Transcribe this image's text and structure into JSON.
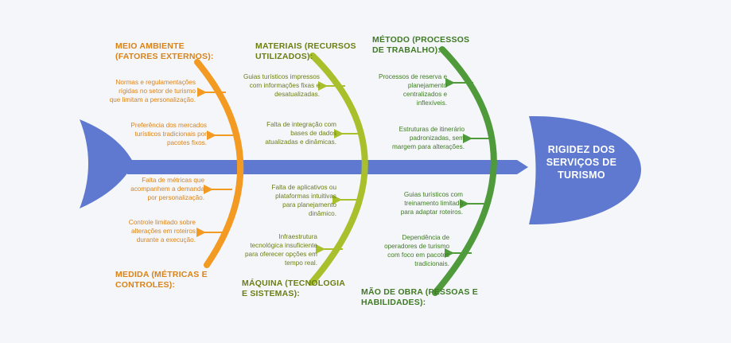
{
  "head": {
    "label": "RIGIDEZ DOS\nSERVIÇOS DE\nTURISMO"
  },
  "colors": {
    "spine": "#5e79cf",
    "orange": "#f29a22",
    "olive": "#a9bf2c",
    "green": "#4f9a3a"
  },
  "categories": {
    "meio_ambiente": {
      "title": "MEIO AMBIENTE\n(FATORES EXTERNOS):"
    },
    "materiais": {
      "title": "MATERIAIS (RECURSOS\nUTILIZADOS):"
    },
    "metodo": {
      "title": "MÉTODO (PROCESSOS\nDE TRABALHO):"
    },
    "medida": {
      "title": "MEDIDA (MÉTRICAS E\nCONTROLES):"
    },
    "maquina": {
      "title": "MÁQUINA (TECNOLOGIA\nE SISTEMAS):"
    },
    "mao_de_obra": {
      "title": "MÃO DE OBRA (PESSOAS E\nHABILIDADES):"
    }
  },
  "causes": {
    "c1": "Normas e regulamentações\nrígidas no setor de turismo\nque limitam a personalização.",
    "c2": "Preferência dos mercados\nturísticos tradicionais por\npacotes fixos.",
    "c3": "Falta de métricas que\nacompanhem a demanda\npor personalização.",
    "c4": "Controle limitado sobre\nalterações em roteiros\ndurante a execução.",
    "c5": "Guias turísticos impressos\ncom informações fixas e\ndesatualizadas.",
    "c6": "Falta de integração com\nbases de dados\natualizadas e dinâmicas.",
    "c7": "Falta de aplicativos ou\nplataformas intuitivas\npara planejamento\ndinâmico.",
    "c8": "Infraestrutura\ntecnológica insuficiente\npara oferecer opções em\ntempo real.",
    "c9": "Processos de reserva e\nplanejamento\ncentralizados e\ninflexíveis.",
    "c10": "Estruturas de itinerário\npadronizadas, sem\nmargem para alterações.",
    "c11": "Guias turísticos com\ntreinamento limitado\npara adaptar roteiros.",
    "c12": "Dependência de\noperadores de turismo\ncom foco em pacotes\ntradicionais."
  }
}
